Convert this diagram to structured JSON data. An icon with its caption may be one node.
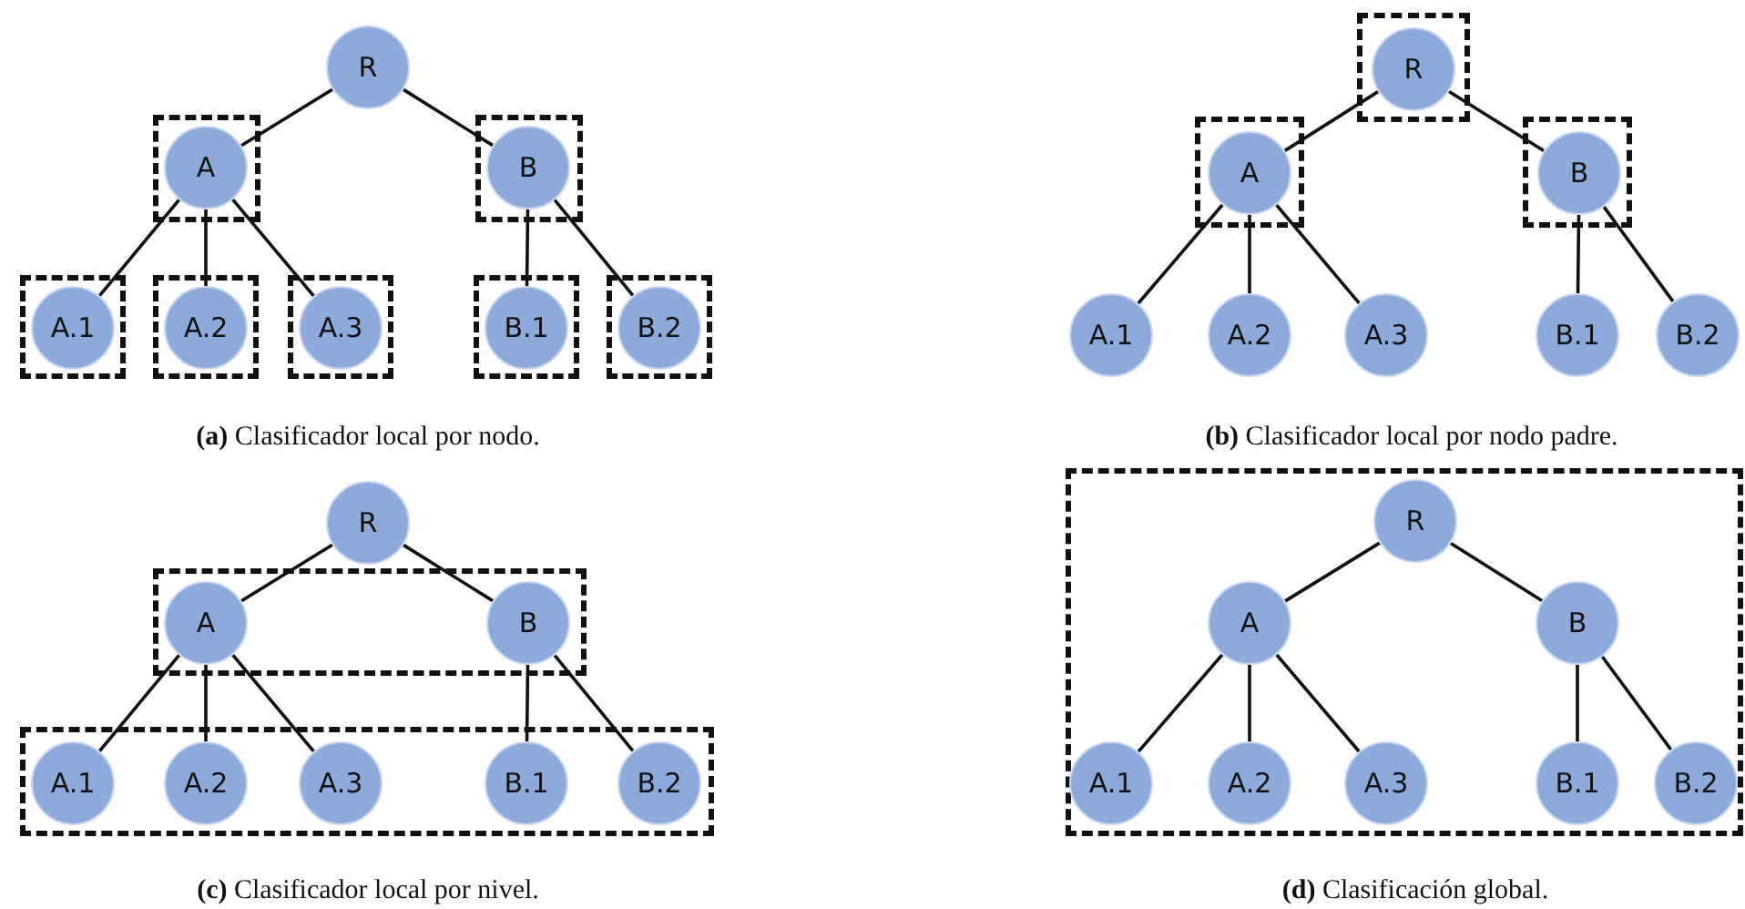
{
  "diagram": {
    "nodes": [
      {
        "text": [
          "R"
        ]
      },
      {
        "text": [],
        "shape": "box"
      },
      {
        "text": [
          "A"
        ],
        "in": 1
      },
      {
        "text": [],
        "shape": "box"
      },
      {
        "text": [
          "B"
        ],
        "in": 3
      },
      {
        "text": [],
        "shape": "box"
      },
      {
        "text": [
          "A.1"
        ],
        "in": 5
      },
      {
        "text": [],
        "shape": "box"
      },
      {
        "text": [
          "A.2"
        ],
        "in": 7
      },
      {
        "text": [],
        "shape": "box"
      },
      {
        "text": [
          "A.3"
        ],
        "in": 9
      },
      {
        "text": [],
        "shape": "box"
      },
      {
        "text": [
          "B.1"
        ],
        "in": 11
      },
      {
        "text": [],
        "shape": "box"
      },
      {
        "text": [
          "B.2"
        ],
        "in": 13
      },
      {
        "text": [],
        "shape": "box"
      },
      {
        "text": [
          "R"
        ],
        "in": 15
      },
      {
        "text": [],
        "shape": "box"
      },
      {
        "text": [
          "A"
        ],
        "in": 17
      },
      {
        "text": [],
        "shape": "box"
      },
      {
        "text": [
          "B"
        ],
        "in": 19
      },
      {
        "text": [
          "A.1"
        ]
      },
      {
        "text": [
          "A.2"
        ]
      },
      {
        "text": [
          "A.3"
        ]
      },
      {
        "text": [
          "B.1"
        ]
      },
      {
        "text": [
          "B.2"
        ]
      },
      {
        "text": [
          "R"
        ]
      },
      {
        "text": [],
        "shape": "box"
      },
      {
        "text": [
          "A"
        ],
        "in": 27
      },
      {
        "text": [
          "B"
        ],
        "in": 27
      },
      {
        "text": [],
        "shape": "box"
      },
      {
        "text": [
          "A.1"
        ],
        "in": 30
      },
      {
        "text": [
          "A.2"
        ],
        "in": 30
      },
      {
        "text": [
          "A.3"
        ],
        "in": 30
      },
      {
        "text": [
          "B.1"
        ],
        "in": 30
      },
      {
        "text": [
          "B.2"
        ],
        "in": 30
      },
      {
        "text": [],
        "shape": "box"
      },
      {
        "text": [
          "R"
        ],
        "in": 36
      },
      {
        "text": [
          "A"
        ],
        "in": 36
      },
      {
        "text": [
          "B"
        ],
        "in": 36
      },
      {
        "text": [
          "A.1"
        ],
        "in": 36
      },
      {
        "text": [
          "A.2"
        ],
        "in": 36
      },
      {
        "text": [
          "A.3"
        ],
        "in": 36
      },
      {
        "text": [
          "B.1"
        ],
        "in": 36
      },
      {
        "text": [
          "B.2"
        ],
        "in": 36
      }
    ],
    "edges": [
      {
        "from": 0,
        "to": 2,
        "arrow": "none"
      },
      {
        "from": 0,
        "to": 4,
        "arrow": "none"
      },
      {
        "from": 2,
        "to": 6,
        "arrow": "none"
      },
      {
        "from": 2,
        "to": 8,
        "arrow": "none"
      },
      {
        "from": 2,
        "to": 10,
        "arrow": "none"
      },
      {
        "from": 4,
        "to": 12,
        "arrow": "none"
      },
      {
        "from": 4,
        "to": 14,
        "arrow": "none"
      },
      {
        "from": 16,
        "to": 18,
        "arrow": "none"
      },
      {
        "from": 16,
        "to": 20,
        "arrow": "none"
      },
      {
        "from": 18,
        "to": 21,
        "arrow": "none"
      },
      {
        "from": 18,
        "to": 22,
        "arrow": "none"
      },
      {
        "from": 18,
        "to": 23,
        "arrow": "none"
      },
      {
        "from": 20,
        "to": 24,
        "arrow": "none"
      },
      {
        "from": 20,
        "to": 25,
        "arrow": "none"
      },
      {
        "from": 26,
        "to": 28,
        "arrow": "none"
      },
      {
        "from": 26,
        "to": 29,
        "arrow": "none"
      },
      {
        "from": 28,
        "to": 31,
        "arrow": "none"
      },
      {
        "from": 28,
        "to": 32,
        "arrow": "none"
      },
      {
        "from": 28,
        "to": 33,
        "arrow": "none"
      },
      {
        "from": 29,
        "to": 34,
        "arrow": "none"
      },
      {
        "from": 29,
        "to": 35,
        "arrow": "none"
      },
      {
        "from": 37,
        "to": 38,
        "arrow": "none"
      },
      {
        "from": 37,
        "to": 39,
        "arrow": "none"
      },
      {
        "from": 38,
        "to": 40,
        "arrow": "none"
      },
      {
        "from": 38,
        "to": 41,
        "arrow": "none"
      },
      {
        "from": 38,
        "to": 42,
        "arrow": "none"
      },
      {
        "from": 39,
        "to": 43,
        "arrow": "none"
      },
      {
        "from": 39,
        "to": 44,
        "arrow": "none"
      }
    ],
    "labels": [
      "**(a)** Clasificador local por nodo.",
      "**(b)** Clasificador local por nodo padre.",
      "**(c)** Clasificador local por nivel.",
      "**(d)** Clasificación global."
    ]
  }
}
